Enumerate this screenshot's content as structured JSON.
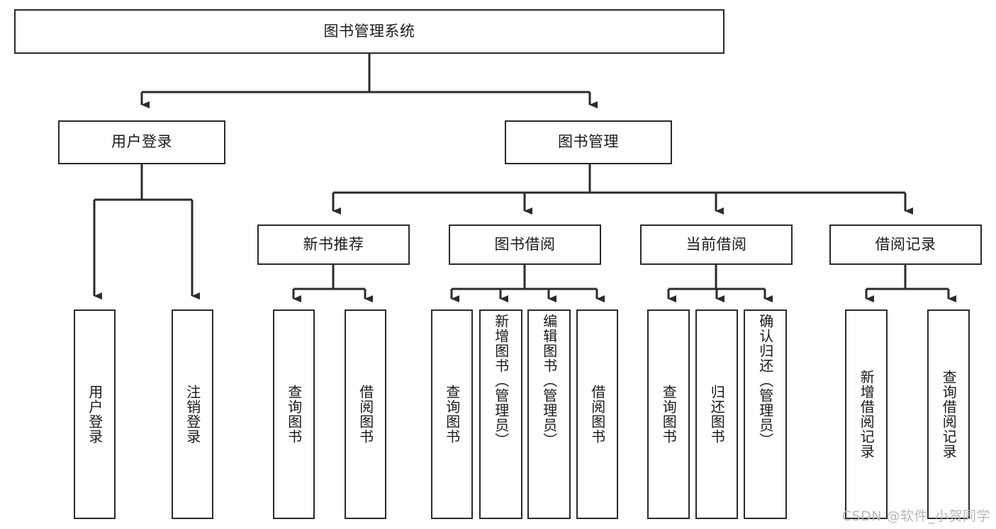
{
  "diagram": {
    "title": "图书管理系统",
    "type": "tree",
    "colors": {
      "box_border": "#2b2b2b",
      "box_fill": "#ffffff",
      "connector": "#2b2b2b",
      "text": "#1a1a1a",
      "watermark": "#b9b9b9",
      "background": "#ffffff"
    },
    "root": {
      "label": "图书管理系统"
    },
    "level2": [
      {
        "id": "user-login",
        "label": "用户登录"
      },
      {
        "id": "book-management",
        "label": "图书管理"
      }
    ],
    "level3": [
      {
        "id": "new-book-recommend",
        "label": "新书推荐"
      },
      {
        "id": "book-borrow",
        "label": "图书借阅"
      },
      {
        "id": "current-borrow",
        "label": "当前借阅"
      },
      {
        "id": "borrow-record",
        "label": "借阅记录"
      }
    ],
    "leaves": {
      "user_login": [
        {
          "id": "leaf-user-login",
          "label": "用户登录"
        },
        {
          "id": "leaf-logout-login",
          "label": "注销登录"
        }
      ],
      "new_book_recommend": [
        {
          "id": "leaf-query-book-1",
          "label": "查询图书"
        },
        {
          "id": "leaf-borrow-book-1",
          "label": "借阅图书"
        }
      ],
      "book_borrow": [
        {
          "id": "leaf-query-book-2",
          "label": "查询图书"
        },
        {
          "id": "leaf-add-book",
          "label": "新增图书（管理员）"
        },
        {
          "id": "leaf-edit-book",
          "label": "编辑图书（管理员）"
        },
        {
          "id": "leaf-borrow-book-2",
          "label": "借阅图书"
        }
      ],
      "current_borrow": [
        {
          "id": "leaf-query-book-3",
          "label": "查询图书"
        },
        {
          "id": "leaf-return-book",
          "label": "归还图书"
        },
        {
          "id": "leaf-confirm-return",
          "label": "确认归还（管理员）"
        }
      ],
      "borrow_record": [
        {
          "id": "leaf-add-borrow-record",
          "label": "新增借阅记录"
        },
        {
          "id": "leaf-query-borrow-record",
          "label": "查询借阅记录"
        }
      ]
    }
  },
  "watermark": {
    "text": "CSDN @软件_小贺同学"
  }
}
